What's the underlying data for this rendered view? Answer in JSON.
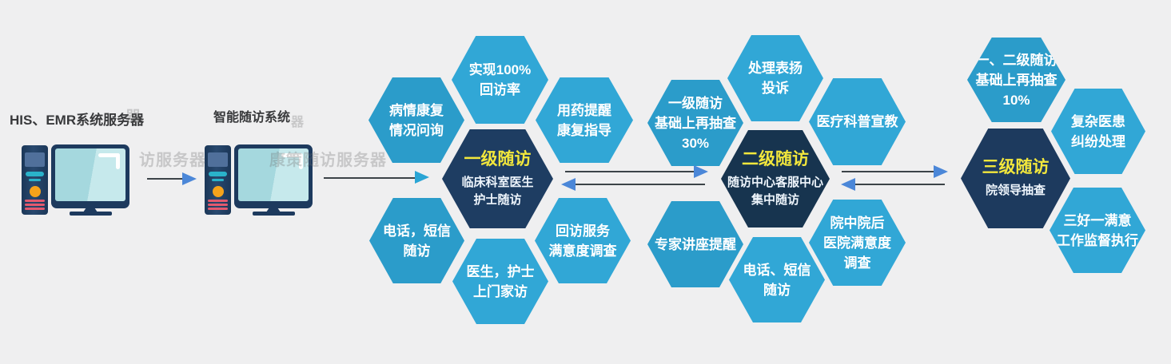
{
  "colors": {
    "bg": "#efeff0",
    "lightA": "#31a7d6",
    "lightB": "#2b9cca",
    "dark1": "#1e3d62",
    "dark2": "#17344f",
    "dark3": "#1d3a5e",
    "yellow": "#f2e73c",
    "arrowLine": "#3c4348",
    "arrowBlue": "#4b87d8",
    "arrowCyan": "#2aa5d5",
    "labelInk": "#38393b"
  },
  "icons": {
    "computer": "desktop-computer-icon",
    "arrow_right": "arrow-right-icon",
    "arrow_left": "arrow-left-icon",
    "corner_bracket": "corner-bracket-icon"
  },
  "intro": {
    "server_label": "HIS、EMR系统服务器",
    "system_label": "智能随访系统",
    "watermark_fragment_1": "器",
    "watermark_fragment_2": "访服务器",
    "watermark_fragment_3": "康策随访服务器",
    "watermark_fragment_4": "器"
  },
  "clusters": {
    "level1": {
      "center_title": "一级随访",
      "center_body": "临床科室医生\n护士随访",
      "top": "实现100%\n回访率",
      "upper_left": "病情康复\n情况问询",
      "upper_right": "用药提醒\n康复指导",
      "lower_left": "电话，短信\n随访",
      "bottom": "医生，护士\n上门家访",
      "lower_right": "回访服务\n满意度调查"
    },
    "level2": {
      "center_title": "二级随访",
      "center_body": "随访中心客服中心\n集中随访",
      "top": "处理表扬\n投诉",
      "upper_left": "一级随访\n基础上再抽查\n30%",
      "upper_right": "医疗科普宣教",
      "lower_left": "专家讲座提醒",
      "bottom": "电话、短信\n随访",
      "lower_right": "院中院后\n医院满意度\n调查"
    },
    "level3": {
      "center_title": "三级随访",
      "center_body": "院领导抽查",
      "top": "一、二级随访\n基础上再抽查\n10%",
      "upper_right": "复杂医患\n纠纷处理",
      "lower_right": "三好一满意\n工作监督执行"
    }
  }
}
